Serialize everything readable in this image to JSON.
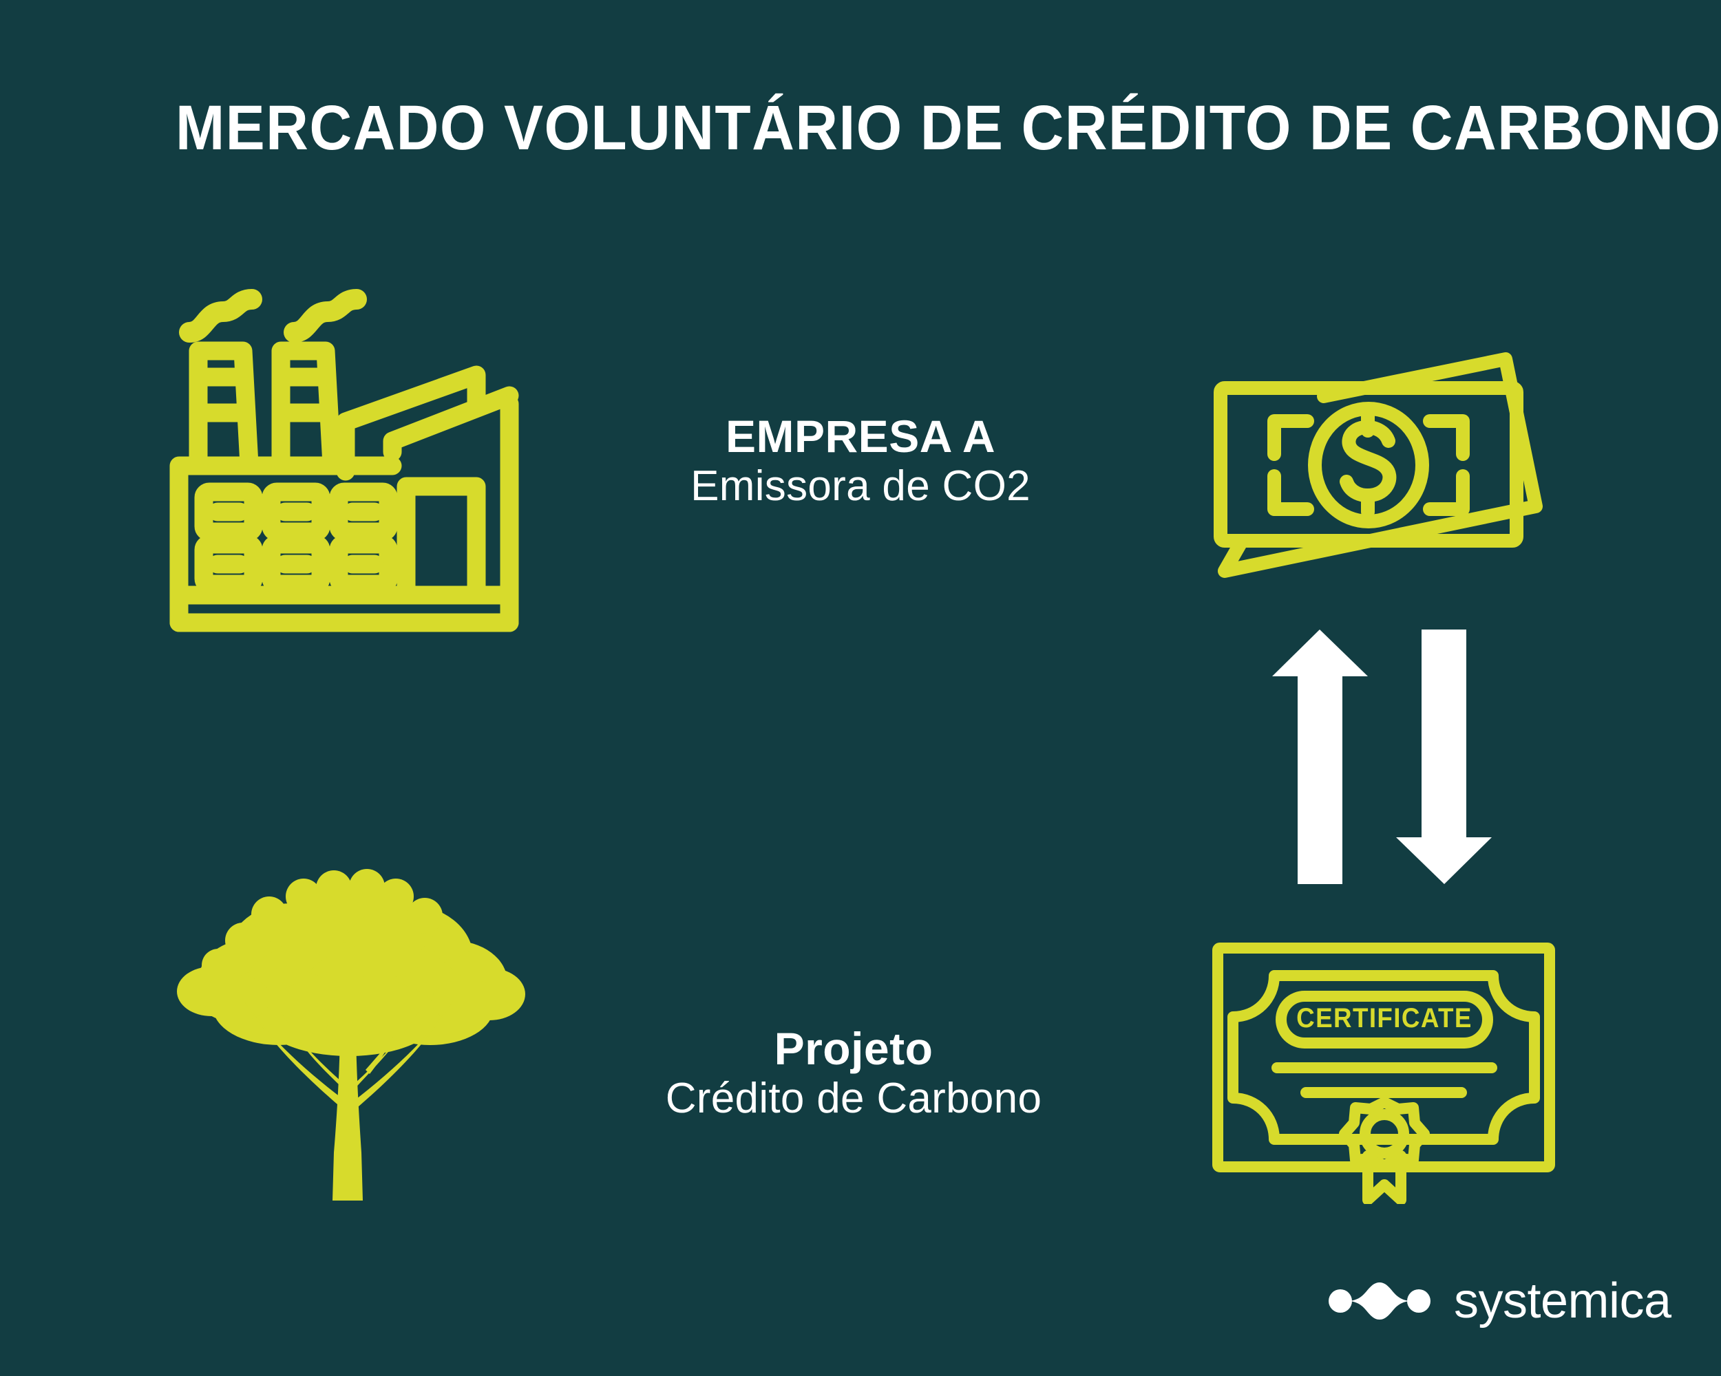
{
  "meta": {
    "background_color": "#123d42",
    "accent_color": "#d7db2c",
    "text_color": "#ffffff"
  },
  "header": {
    "title": "MERCADO VOLUNTÁRIO DE CRÉDITO DE CARBONO"
  },
  "nodes": [
    {
      "id": "empresa",
      "icon": "factory-icon",
      "title": "EMPRESA A",
      "subtitle": "Emissora de CO2"
    },
    {
      "id": "projeto",
      "icon": "tree-icon",
      "title": "Projeto",
      "subtitle": "Crédito de Carbono"
    }
  ],
  "exchange": {
    "money_icon": "money-banknotes-icon",
    "arrows_icon": "up-down-exchange-arrows-icon",
    "certificate_icon": "certificate-icon",
    "certificate_label": "CERTIFICATE",
    "money_symbol": "$"
  },
  "footer": {
    "brand": "systemica",
    "logo_mark": "systemica-logo-mark"
  }
}
